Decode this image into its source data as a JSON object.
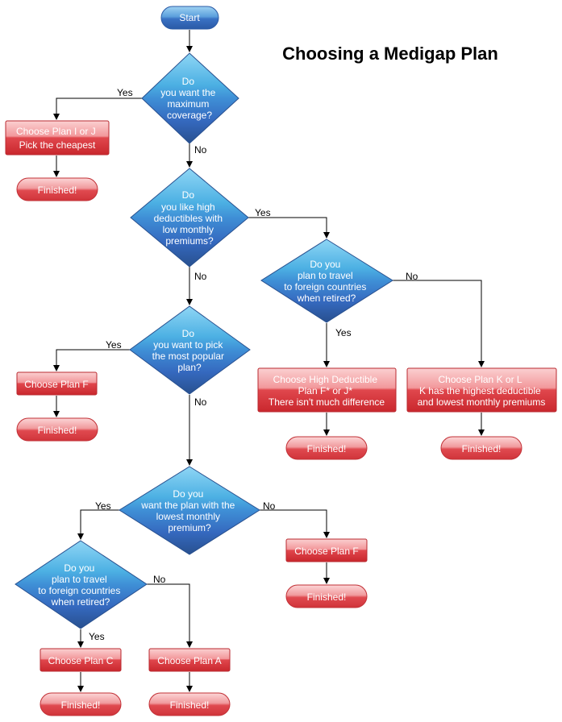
{
  "title": "Choosing a Medigap Plan",
  "start": "Start",
  "edge_labels": {
    "yes": "Yes",
    "no": "No"
  },
  "decisions": {
    "d1": [
      "Do",
      "you want the",
      "maximum",
      "coverage?"
    ],
    "d2": [
      "Do",
      "you like high",
      "deductibles with",
      "low monthly",
      "premiums?"
    ],
    "d3": [
      "Do you",
      "plan to travel",
      "to foreign countries",
      "when retired?"
    ],
    "d4": [
      "Do",
      "you want to pick",
      "the most popular",
      "plan?"
    ],
    "d5": [
      "Do you",
      "want the plan with the",
      "lowest monthly",
      "premium?"
    ],
    "d6": [
      "Do you",
      "plan to travel",
      "to foreign countries",
      "when retired?"
    ]
  },
  "actions": {
    "a1": [
      "Choose Plan I or J",
      "Pick the cheapest"
    ],
    "a2": [
      "Choose High Deductible",
      "Plan F* or J*",
      "There isn't much difference"
    ],
    "a3": [
      "Choose Plan K or L",
      "K has the highest deductible",
      "and lowest monthly premiums"
    ],
    "a4": [
      "Choose Plan F"
    ],
    "a5": [
      "Choose Plan F"
    ],
    "a6": [
      "Choose Plan C"
    ],
    "a7": [
      "Choose Plan A"
    ]
  },
  "finished": "Finished!",
  "colors": {
    "decision_light": "#4fb3e6",
    "decision_dark": "#2e5ea6",
    "action_top": "#f7b3b5",
    "action_bottom": "#d9363c",
    "start_fill": "#3a72c4"
  }
}
